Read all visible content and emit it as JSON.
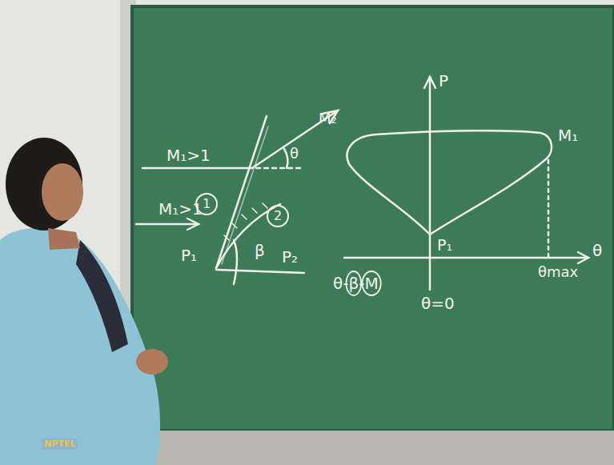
{
  "diagram": {
    "nodes": [
      {
        "text": [
          "1"
        ]
      },
      {
        "text": [
          "2"
        ]
      }
    ],
    "labels": [
      "M₁>1",
      "M₂",
      "θ",
      "M₁>1",
      "β",
      "P₁",
      "P₂",
      "P",
      "M₁",
      "P₁",
      "θ",
      "θ-β-M",
      "θ=0",
      "θmax",
      "NPTEL"
    ]
  }
}
